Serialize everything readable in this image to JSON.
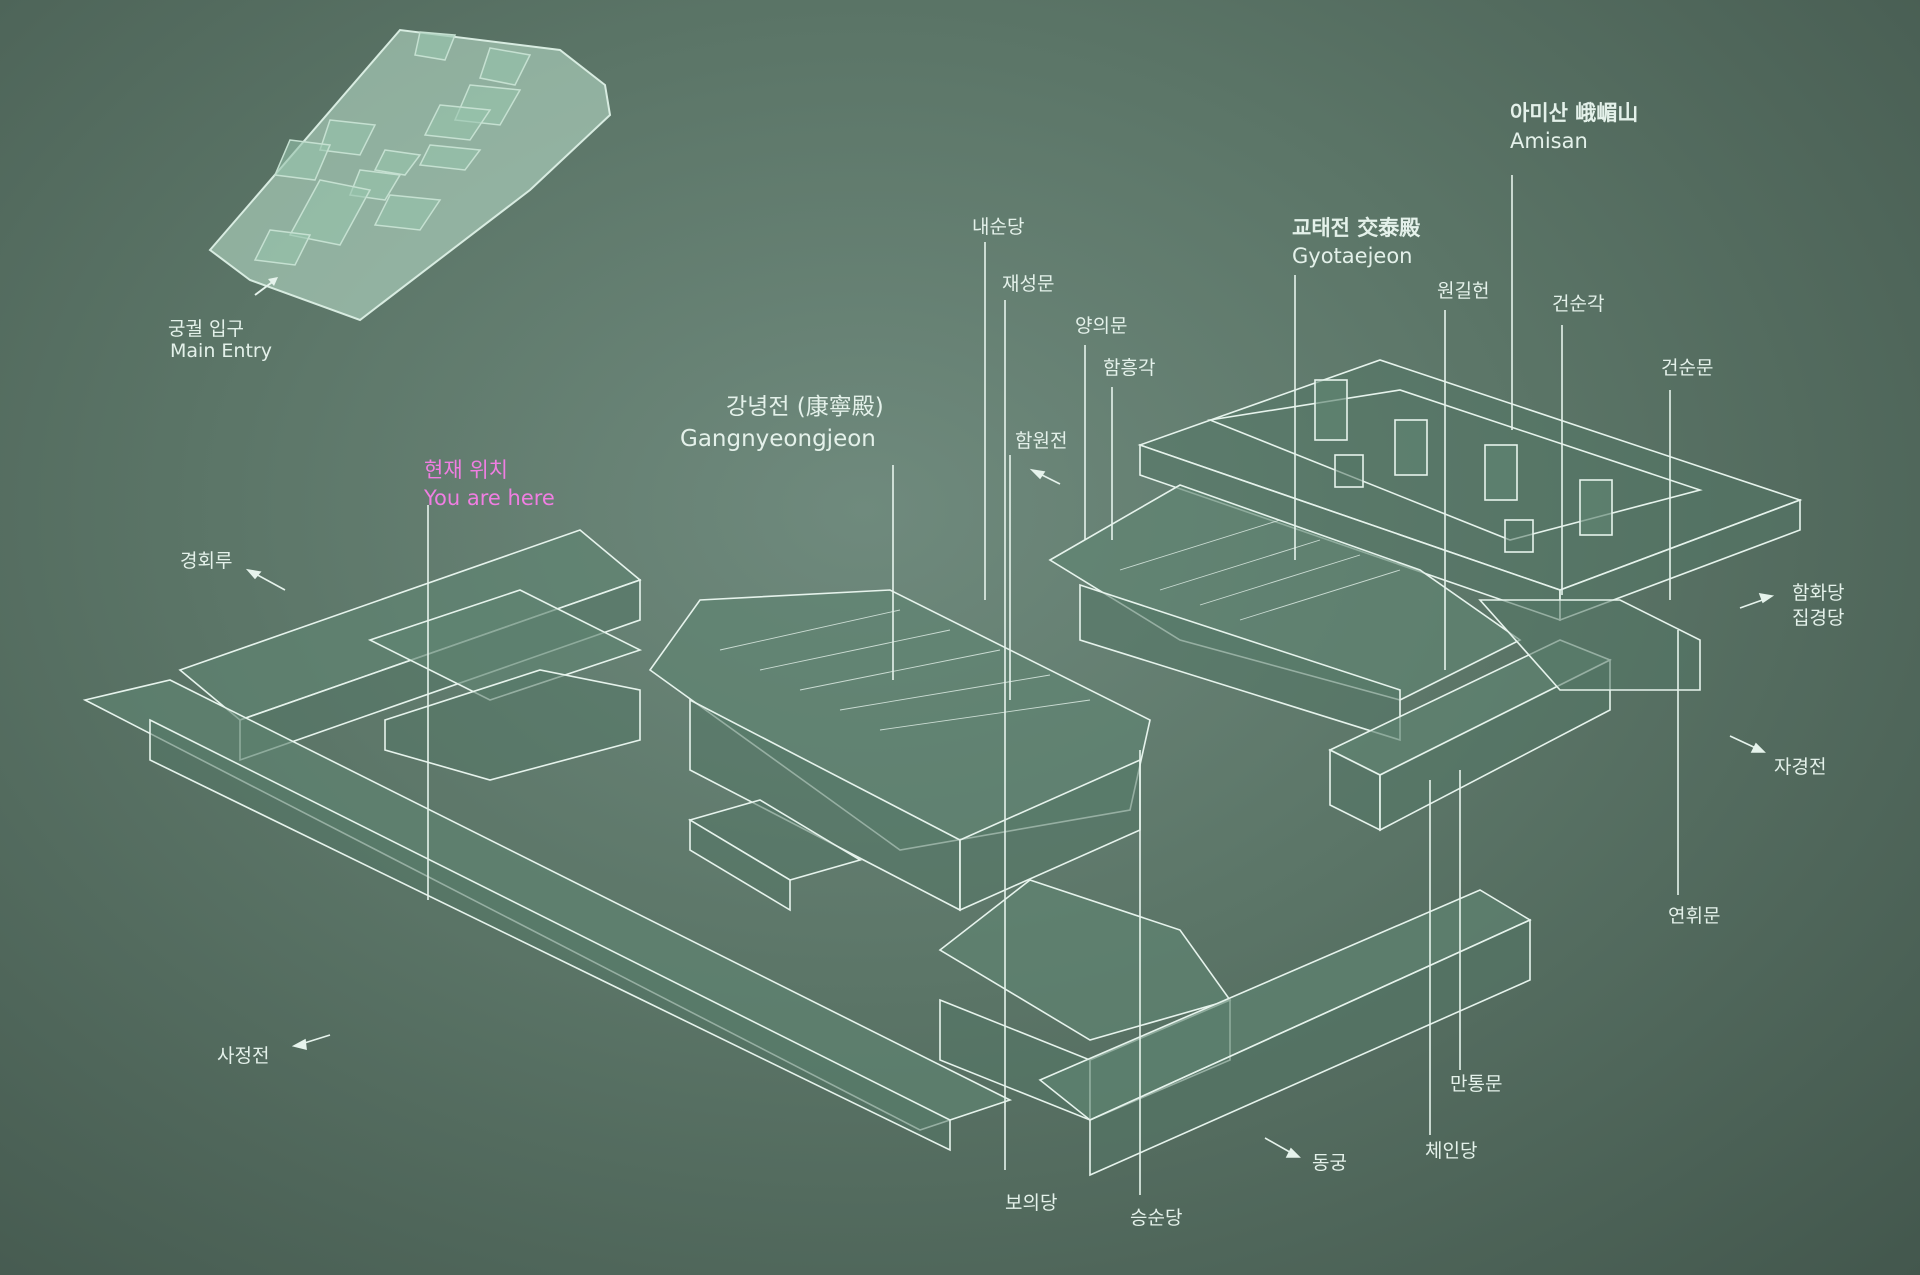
{
  "inset_map": {
    "entry_label_ko": "궁궐 입구",
    "entry_label_en": "Main Entry"
  },
  "you_are_here": {
    "ko": "현재 위치",
    "en": "You are here"
  },
  "main_halls": {
    "gangnyeongjeon": {
      "ko": "강녕전 (康寧殿)",
      "en": "Gangnyeongjeon"
    },
    "gyotaejeon": {
      "ko": "교태전 交泰殿",
      "en": "Gyotaejeon"
    },
    "amisan": {
      "ko": "아미산 峨嵋山",
      "en": "Amisan"
    }
  },
  "labels": {
    "naesundang": "내순당",
    "jaeseongmun": "재성문",
    "yangeuimun": "양의문",
    "hamheunggak": "함흥각",
    "hamwonjeon": "함원전",
    "wongilheon": "원길헌",
    "geonsungak": "건순각",
    "geonsunmun": "건순문",
    "gyeonghoeru": "경회루",
    "hamhwadang": "함화당",
    "jipgyeongdang": "집경당",
    "jagyeongjeon": "자경전",
    "yeonhwimun": "연휘문",
    "manthongmun": "만통문",
    "cheindang": "체인당",
    "donggung": "동궁",
    "sajeongjeon": "사정전",
    "boeuidang": "보의당",
    "seungsundang": "승순당"
  },
  "colors": {
    "background": "#5b7567",
    "line": "#e6f3ec",
    "highlight": "#f07ee2"
  }
}
